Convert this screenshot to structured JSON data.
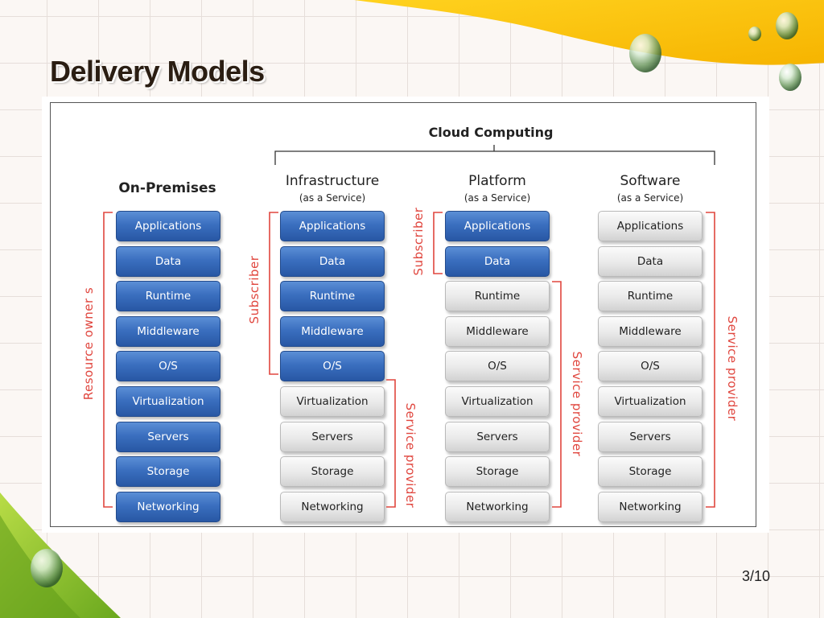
{
  "slide": {
    "title": "Delivery Models",
    "page_number": "3/10"
  },
  "diagram": {
    "cloud_label": "Cloud Computing",
    "columns": [
      {
        "title": "On-Premises",
        "subtitle": "",
        "items": [
          "Applications",
          "Data",
          "Runtime",
          "Middleware",
          "O/S",
          "Virtualization",
          "Servers",
          "Storage",
          "Networking"
        ]
      },
      {
        "title": "Infrastructure",
        "subtitle": "(as a Service)",
        "items": [
          "Applications",
          "Data",
          "Runtime",
          "Middleware",
          "O/S",
          "Virtualization",
          "Servers",
          "Storage",
          "Networking"
        ]
      },
      {
        "title": "Platform",
        "subtitle": "(as a Service)",
        "items": [
          "Applications",
          "Data",
          "Runtime",
          "Middleware",
          "O/S",
          "Virtualization",
          "Servers",
          "Storage",
          "Networking"
        ]
      },
      {
        "title": "Software",
        "subtitle": "(as a Service)",
        "items": [
          "Applications",
          "Data",
          "Runtime",
          "Middleware",
          "O/S",
          "Virtualization",
          "Servers",
          "Storage",
          "Networking"
        ]
      }
    ],
    "labels": {
      "resource_owners": "Resource owner s",
      "subscriber": "Subscriber",
      "service_provider": "Service provider"
    },
    "colors": {
      "managed_by_user": "#2f64b4",
      "managed_by_provider": "#e6e6e6",
      "bracket": "#e0463e"
    }
  }
}
